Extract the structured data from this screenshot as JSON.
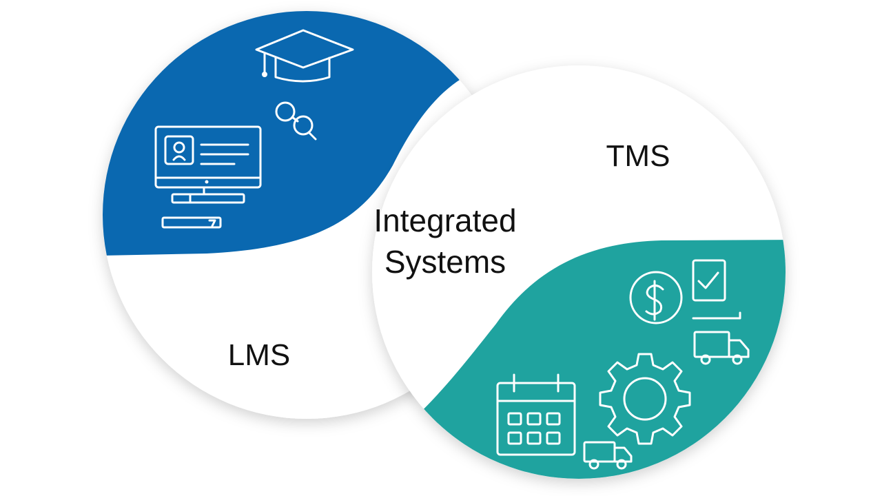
{
  "diagram": {
    "center_line1": "Integrated",
    "center_line2": "Systems",
    "left_label": "LMS",
    "right_label": "TMS"
  },
  "colors": {
    "background": "#ffffff",
    "lms_blue": "#0a68b0",
    "tms_teal": "#1fa39f",
    "text": "#111111"
  },
  "icons": {
    "lms": [
      "graduation-cap-icon",
      "link-icon",
      "monitor-icon"
    ],
    "tms": [
      "dollar-icon",
      "checklist-icon",
      "truck-icon",
      "gear-icon",
      "calendar-icon"
    ]
  }
}
